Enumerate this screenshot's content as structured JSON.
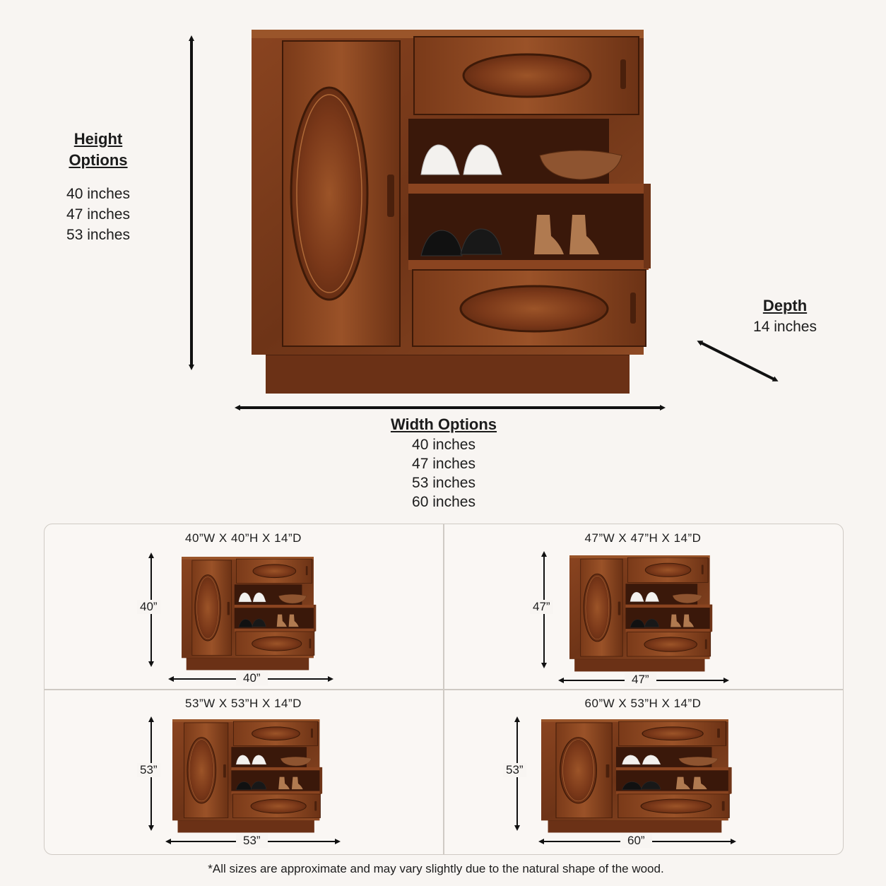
{
  "height": {
    "heading_line1": "Height",
    "heading_line2": "Options",
    "options": [
      "40 inches",
      "47 inches",
      "53 inches"
    ]
  },
  "width": {
    "heading": "Width Options",
    "options": [
      "40 inches",
      "47 inches",
      "53 inches",
      "60 inches"
    ]
  },
  "depth": {
    "heading": "Depth",
    "value": "14 inches"
  },
  "variants": [
    {
      "title": "40”W X 40”H X 14”D",
      "height_label": "40”",
      "width_label": "40”"
    },
    {
      "title": "47”W X 47”H X 14”D",
      "height_label": "47”",
      "width_label": "47”"
    },
    {
      "title": "53”W X 53”H X 14”D",
      "height_label": "53”",
      "width_label": "53”"
    },
    {
      "title": "60”W X 53”H X 14”D",
      "height_label": "53”",
      "width_label": "60”"
    }
  ],
  "footnote": "*All sizes are approximate and may vary slightly due to the natural shape of the wood.",
  "colors": {
    "wood_dark": "#5a2a12",
    "wood_mid": "#7e3e1c",
    "wood_light": "#a65a2c",
    "text": "#1c1c1c",
    "background": "#f8f5f2"
  },
  "icons": [
    "double-arrow-icon"
  ]
}
